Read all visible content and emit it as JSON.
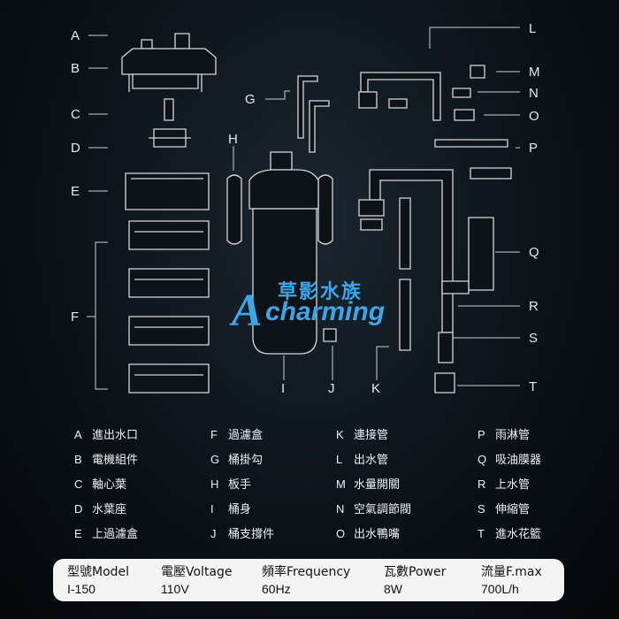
{
  "part_letters_left": [
    "A",
    "B",
    "C",
    "D",
    "E",
    "F"
  ],
  "part_letters_mid": [
    "G",
    "H"
  ],
  "part_letters_bottom": [
    "I",
    "J",
    "K"
  ],
  "part_letters_right": [
    "L",
    "M",
    "N",
    "O",
    "P",
    "Q",
    "R",
    "S",
    "T"
  ],
  "brand": {
    "chinese": "草影水族",
    "latin": "charming",
    "initial": "A"
  },
  "legend": [
    [
      {
        "key": "A",
        "text": "進出水口"
      },
      {
        "key": "F",
        "text": "過濾盒"
      },
      {
        "key": "K",
        "text": "連接管"
      },
      {
        "key": "P",
        "text": "雨淋管"
      }
    ],
    [
      {
        "key": "B",
        "text": "電機組件"
      },
      {
        "key": "G",
        "text": "桶掛勾"
      },
      {
        "key": "L",
        "text": "出水管"
      },
      {
        "key": "Q",
        "text": "吸油膜器"
      }
    ],
    [
      {
        "key": "C",
        "text": "軸心葉"
      },
      {
        "key": "H",
        "text": "板手"
      },
      {
        "key": "M",
        "text": "水量開關"
      },
      {
        "key": "R",
        "text": "上水管"
      }
    ],
    [
      {
        "key": "D",
        "text": "水葉座"
      },
      {
        "key": "I",
        "text": "桶身"
      },
      {
        "key": "N",
        "text": "空氣調節閥"
      },
      {
        "key": "S",
        "text": "伸縮管"
      }
    ],
    [
      {
        "key": "E",
        "text": "上過濾盒"
      },
      {
        "key": "J",
        "text": "桶支撐件"
      },
      {
        "key": "O",
        "text": "出水鴨嘴"
      },
      {
        "key": "T",
        "text": "進水花籃"
      }
    ]
  ],
  "specs": [
    {
      "label": "型號Model",
      "value": "I-150"
    },
    {
      "label": "電壓Voltage",
      "value": "110V"
    },
    {
      "label": "頻率Frequency",
      "value": "60Hz"
    },
    {
      "label": "瓦數Power",
      "value": "8W"
    },
    {
      "label": "流量F.max",
      "value": "700L/h"
    }
  ],
  "colors": {
    "line": "#cfcfcf",
    "brand": "#3ea6e8",
    "bar": "#f4f4f4"
  }
}
